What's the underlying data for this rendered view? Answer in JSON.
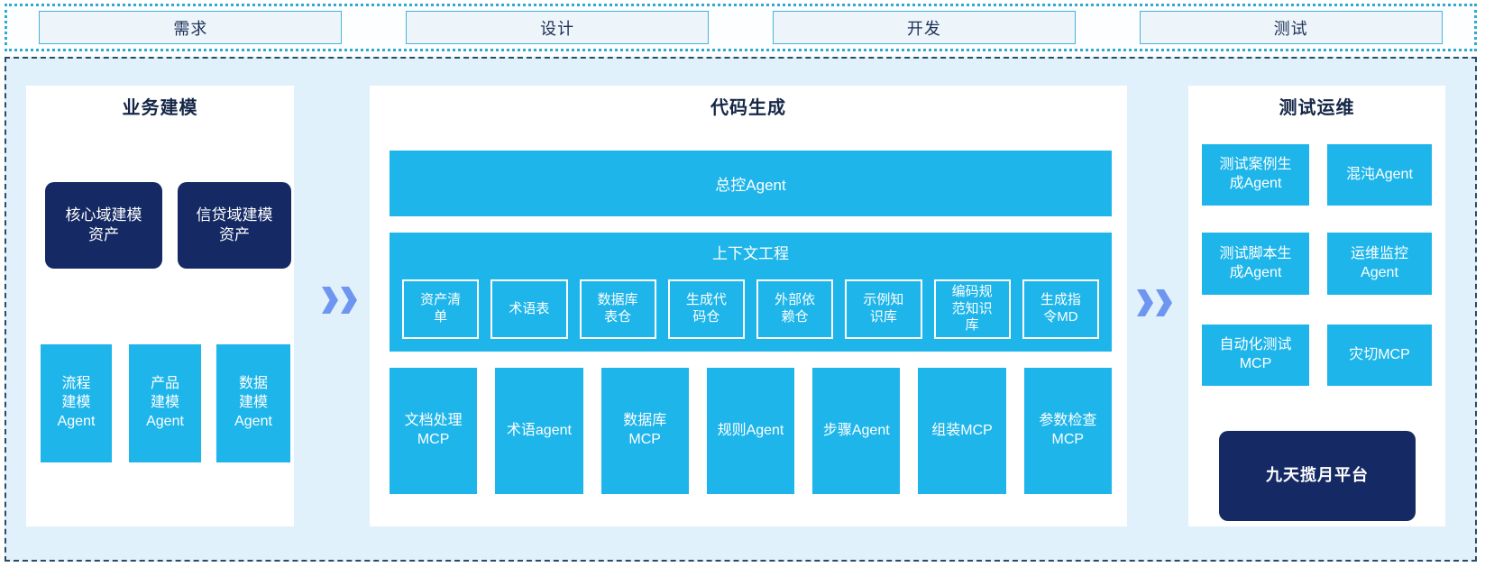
{
  "phases": [
    "需求",
    "设计",
    "开发",
    "测试"
  ],
  "business": {
    "title": "业务建模",
    "assets": [
      "核心域建模\n资产",
      "信贷域建模\n资产"
    ],
    "agents": [
      "流程\n建模\nAgent",
      "产品\n建模\nAgent",
      "数据\n建模\nAgent"
    ]
  },
  "codegen": {
    "title": "代码生成",
    "master_agent": "总控Agent",
    "context": {
      "title": "上下文工程",
      "items": [
        "资产清\n单",
        "术语表",
        "数据库\n表仓",
        "生成代\n码仓",
        "外部依\n赖仓",
        "示例知\n识库",
        "编码规\n范知识\n库",
        "生成指\n令MD"
      ]
    },
    "tools": [
      "文档处理\nMCP",
      "术语agent",
      "数据库\nMCP",
      "规则Agent",
      "步骤Agent",
      "组装MCP",
      "参数检查\nMCP"
    ]
  },
  "testops": {
    "title": "测试运维",
    "cells": [
      "测试案例生\n成Agent",
      "混沌Agent",
      "测试脚本生\n成Agent",
      "运维监控\nAgent",
      "自动化测试\nMCP",
      "灾切MCP"
    ],
    "platform": "九天揽月平台"
  },
  "colors": {
    "cyan": "#1eb5ea",
    "navy": "#152a64",
    "arrow_blue": "#6e96f1",
    "canvas_bg": "#e1f1fb",
    "dashed_border": "#2b4a66",
    "dotted_border": "#2fa9d2",
    "phase_box_bg": "#edf5fa",
    "phase_box_border": "#47b4da",
    "title_text": "#152746"
  }
}
